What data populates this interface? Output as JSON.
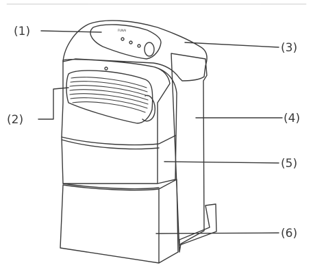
{
  "diagram": {
    "panel_brand_text": "FUNAI",
    "callouts": [
      {
        "id": "1",
        "label": "(1)"
      },
      {
        "id": "2",
        "label": "(2)"
      },
      {
        "id": "3",
        "label": "(3)"
      },
      {
        "id": "4",
        "label": "(4)"
      },
      {
        "id": "5",
        "label": "(5)"
      },
      {
        "id": "6",
        "label": "(6)"
      }
    ]
  },
  "colors": {
    "line": "#3a3a3a",
    "background": "#ffffff"
  }
}
